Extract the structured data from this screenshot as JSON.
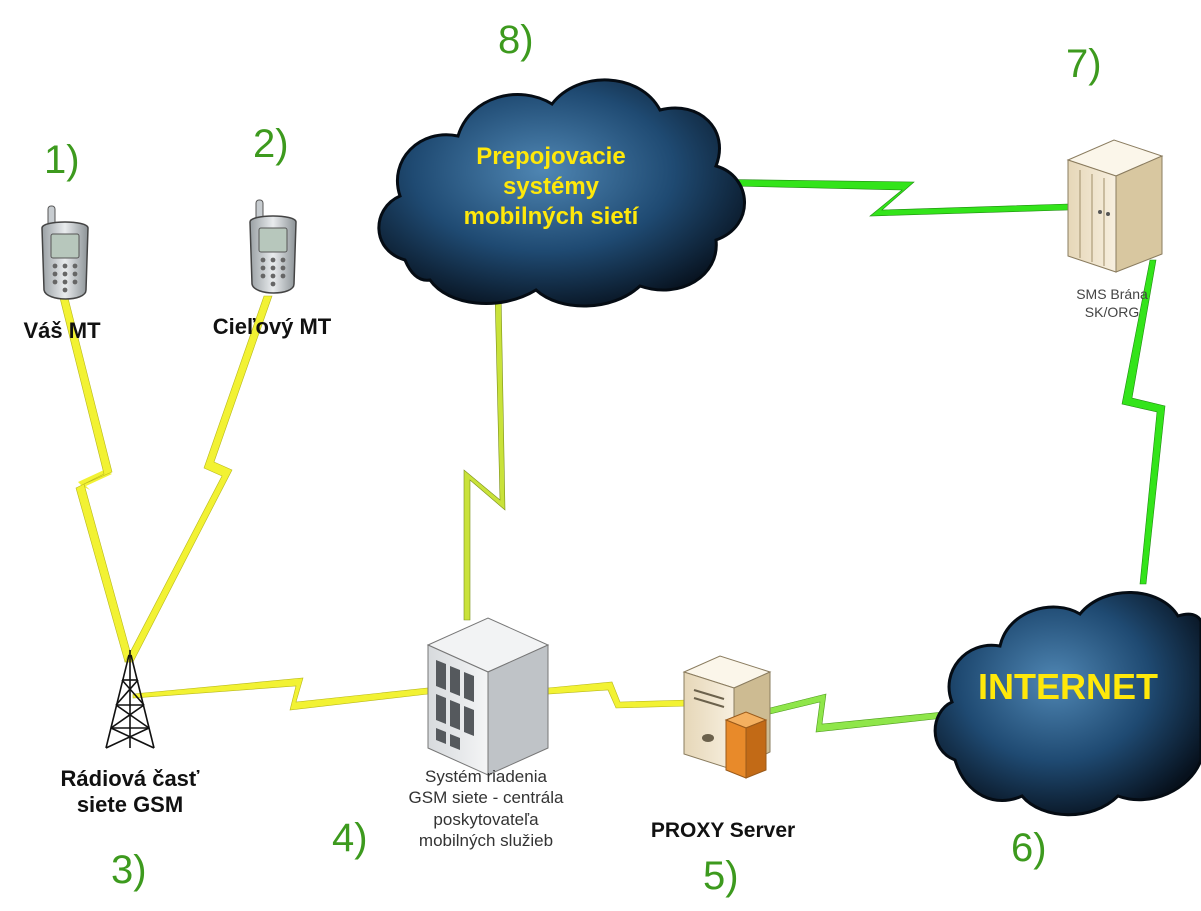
{
  "numbers": {
    "n1": "1)",
    "n2": "2)",
    "n3": "3)",
    "n4": "4)",
    "n5": "5)",
    "n6": "6)",
    "n7": "7)",
    "n8": "8)"
  },
  "labels": {
    "vas_mt": "Váš MT",
    "cielovy_mt": "Cieľový MT",
    "radio_line1": "Rádiová časť",
    "radio_line2": "siete GSM",
    "system_line1": "Systém riadenia",
    "system_line2": "GSM siete - centrála",
    "system_line3": "poskytovateľa",
    "system_line4": "mobilných služieb",
    "proxy": "PROXY Server",
    "sms_line1": "SMS Brána",
    "sms_line2": "SK/ORG",
    "cloud_top_line1": "Prepojovacie",
    "cloud_top_line2": "systémy",
    "cloud_top_line3": "mobilných sietí",
    "internet": "INTERNET"
  },
  "colors": {
    "step_number": "#3d9a1e",
    "yellow_link": "#f2f233",
    "green_link": "#33e41a",
    "cloud_text": "#ffe80a",
    "cloud_fill": "#1c3f63"
  },
  "icons": {
    "phone": "mobile-phone-icon",
    "tower": "radio-tower-icon",
    "gsm_server": "gsm-switching-server-icon",
    "proxy_server": "proxy-server-icon",
    "sms_gateway": "sms-gateway-server-icon",
    "cloud": "network-cloud-icon"
  }
}
